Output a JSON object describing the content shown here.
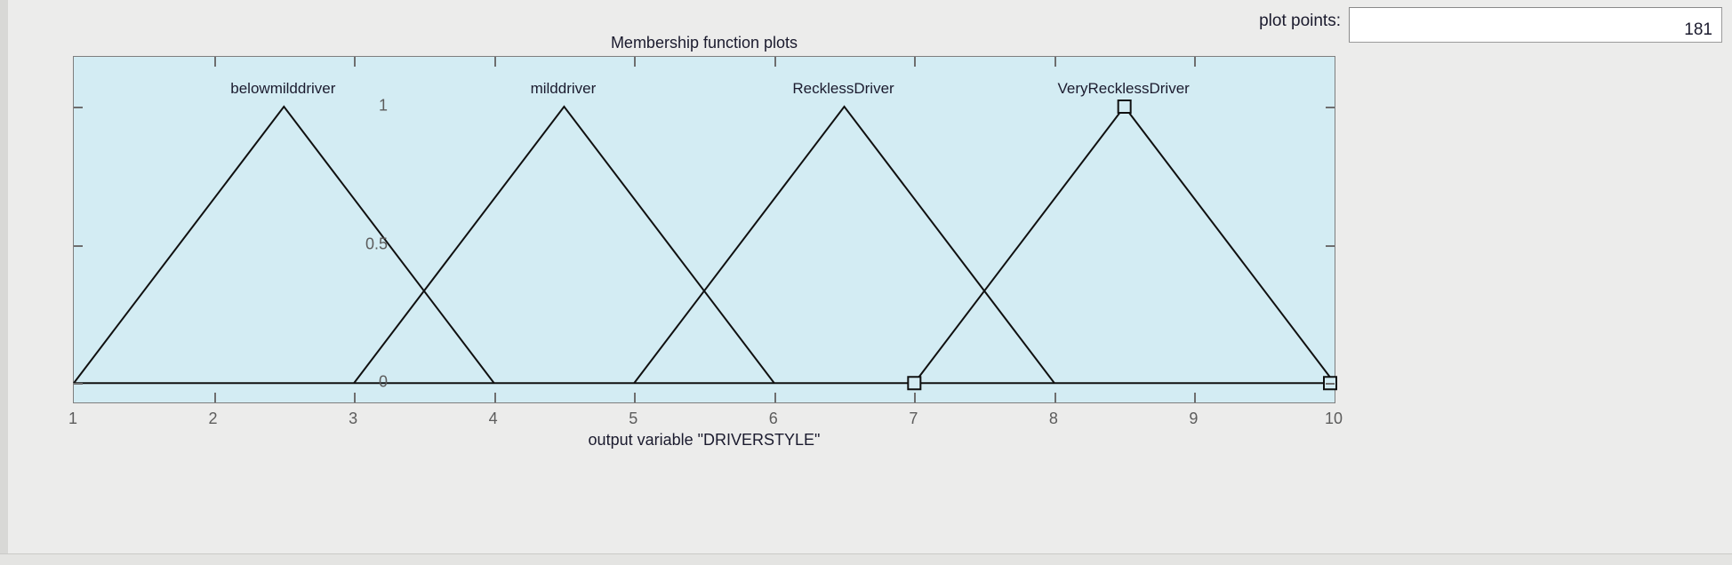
{
  "window": {
    "background_color": "#ececeb"
  },
  "controls": {
    "plot_points_label": "plot points:",
    "plot_points_value": "181"
  },
  "chart_data": {
    "type": "line",
    "title": "Membership function plots",
    "xlabel": "output variable \"DRIVERSTYLE\"",
    "ylabel": "",
    "xlim": [
      1,
      10
    ],
    "ylim": [
      -0.07,
      1.18
    ],
    "grid": false,
    "legend_position": "in-plot-top-labels",
    "plot_background_color": "#d3ecf3",
    "line_color": "#101010",
    "xticks": [
      "1",
      "2",
      "3",
      "4",
      "5",
      "6",
      "7",
      "8",
      "9",
      "10"
    ],
    "xtick_values": [
      1,
      2,
      3,
      4,
      5,
      6,
      7,
      8,
      9,
      10
    ],
    "yticks": [
      "0",
      "0.5",
      "1"
    ],
    "ytick_values": [
      0,
      0.5,
      1
    ],
    "series": [
      {
        "name": "belowmilddriver",
        "label_x": 2.5,
        "type": "trimf",
        "params": [
          1,
          2.5,
          4
        ],
        "x": [
          1,
          2.5,
          4
        ],
        "values": [
          0,
          1,
          0
        ],
        "selected": false
      },
      {
        "name": "milddriver",
        "label_x": 4.5,
        "type": "trimf",
        "params": [
          3,
          4.5,
          6
        ],
        "x": [
          3,
          4.5,
          6
        ],
        "values": [
          0,
          1,
          0
        ],
        "selected": false
      },
      {
        "name": "RecklessDriver",
        "label_x": 6.5,
        "type": "trimf",
        "params": [
          5,
          6.5,
          8
        ],
        "x": [
          5,
          6.5,
          8
        ],
        "values": [
          0,
          1,
          0
        ],
        "selected": false
      },
      {
        "name": "VeryRecklessDriver",
        "label_x": 8.5,
        "type": "trimf",
        "params": [
          7,
          8.5,
          10
        ],
        "x": [
          7,
          8.5,
          10
        ],
        "values": [
          0,
          1,
          0
        ],
        "selected": true,
        "handles": [
          {
            "x": 7,
            "y": 0
          },
          {
            "x": 8.5,
            "y": 1
          },
          {
            "x": 10,
            "y": 0
          }
        ]
      }
    ],
    "baseline": {
      "y": 0,
      "x_from": 1,
      "x_to": 10
    }
  }
}
